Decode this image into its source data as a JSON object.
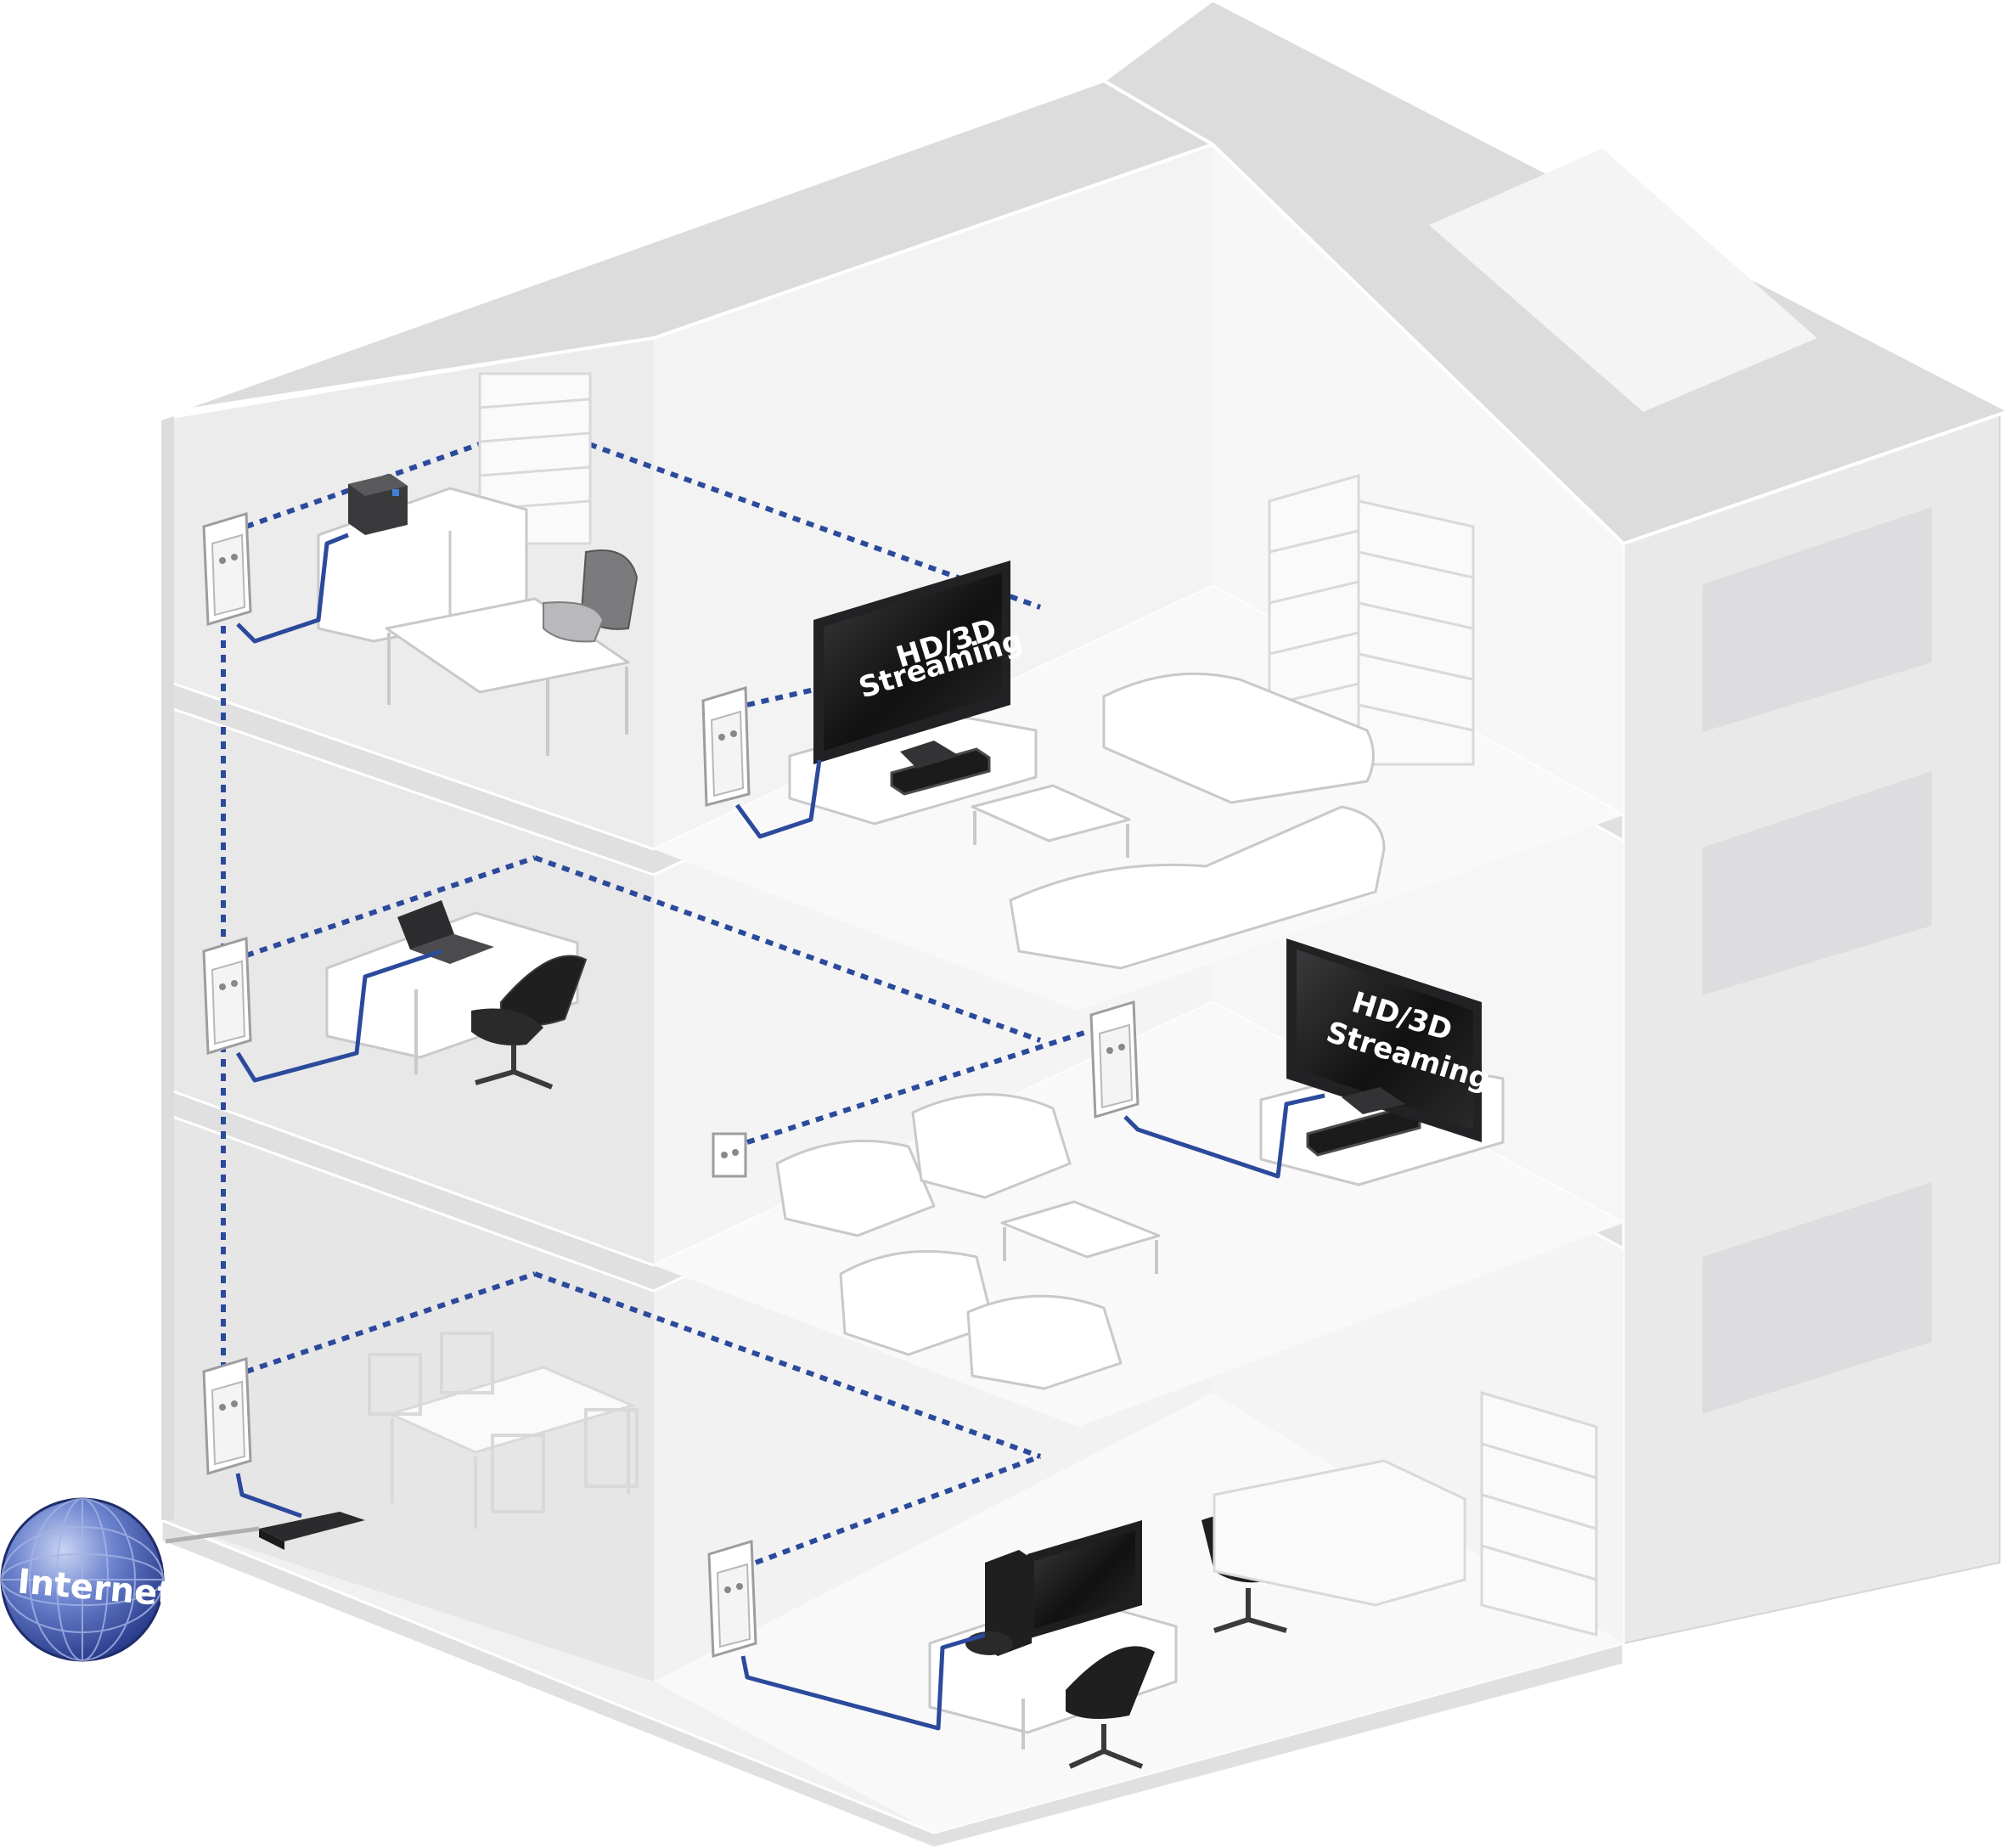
{
  "labels": {
    "tv_top_line1": "HD/3D",
    "tv_top_line2": "Streaming",
    "tv_mid_line1": "HD/3D",
    "tv_mid_line2": "Streaming",
    "internet": "Internet"
  },
  "colors": {
    "network_line": "#2b4a9b",
    "globe": "#4a62b8",
    "house_wall": "#e9e9ea"
  }
}
